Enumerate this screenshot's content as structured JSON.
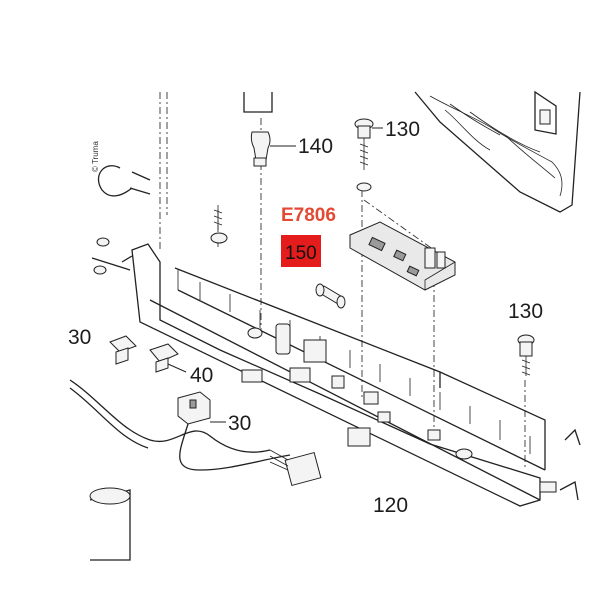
{
  "copyright": "© Truma",
  "highlight": {
    "code": "E7806",
    "part_number": "150",
    "box_color": "#e51c1c",
    "code_color": "#e24a33"
  },
  "labels": {
    "p140": "140",
    "p130_top": "130",
    "p130_right": "130",
    "p30_left": "30",
    "p40": "40",
    "p30_mid": "30",
    "p120": "120"
  },
  "icons": [
    "bulb-icon",
    "screw-icon",
    "fuse-icon",
    "pcb-icon",
    "connector-icon"
  ]
}
